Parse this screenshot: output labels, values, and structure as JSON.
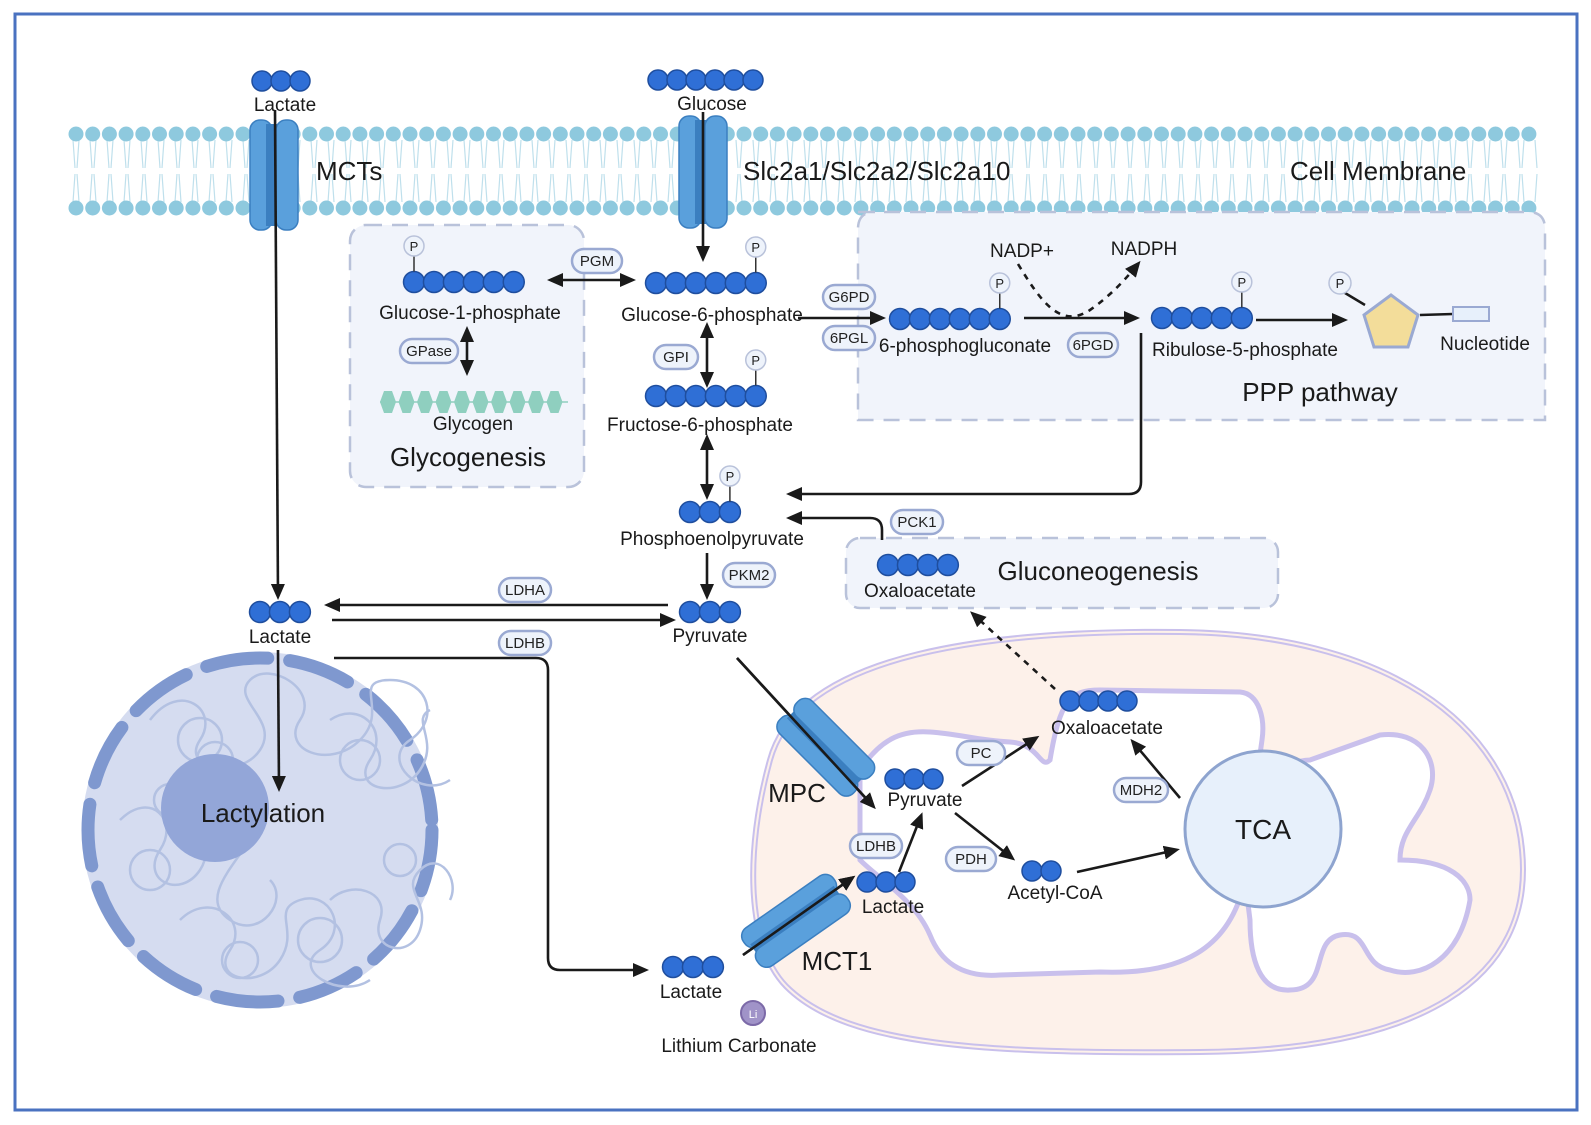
{
  "title": "Lactate metabolism and lactylation pathway diagram",
  "colors": {
    "frame": "#4a72c0",
    "molecule": "#2f6fd6",
    "molecule_stroke": "#1f4e9e",
    "membrane_head": "#8ec9de",
    "membrane_tail": "#bfe0ec",
    "transporter": "#5aa0dc",
    "transporter_dark": "#3b7fc0",
    "box_fill": "#f1f4fb",
    "box_dash": "#b9c2da",
    "enzyme_fill": "#eef3fb",
    "enzyme_stroke": "#9aa9d2",
    "mito_fill": "#fdf1ea",
    "mito_stroke": "#c9c0ec",
    "nucleus_fill": "#d5dcf0",
    "nucleus_ring": "#7f98cf",
    "nucleolus": "#93a6d8",
    "tca_fill": "#e7f0fb",
    "tca_stroke": "#8ea4cf",
    "pentagon": "#f3dd9a",
    "glycogen": "#8fcfbf"
  },
  "membrane": {
    "label": "Cell Membrane",
    "transporters": [
      {
        "label": "MCTs",
        "cargo": "Lactate"
      },
      {
        "label": "Slc2a1/Slc2a2/Slc2a10",
        "cargo": "Glucose"
      }
    ]
  },
  "metabolites": {
    "lactate_out": "Lactate",
    "glucose_out": "Glucose",
    "g1p": "Glucose-1-phosphate",
    "g6p": "Glucose-6-phosphate",
    "f6p": "Fructose-6-phosphate",
    "glycogen": "Glycogen",
    "pg6": "6-phosphogluconate",
    "r5p": "Ribulose-5-phosphate",
    "nucleotide": "Nucleotide",
    "nadp": "NADP+",
    "nadph": "NADPH",
    "pep": "Phosphoenolpyruvate",
    "pyruvate": "Pyruvate",
    "lactate_cyto": "Lactate",
    "oaa_cyto": "Oxaloacetate",
    "oaa_mito": "Oxaloacetate",
    "pyruvate_mito": "Pyruvate",
    "lactate_mito": "Lactate",
    "acetyl_coa": "Acetyl-CoA",
    "lactate_ext": "Lactate",
    "lithium": "Lithium Carbonate",
    "li_symbol": "Li",
    "phosphate": "P"
  },
  "enzymes": {
    "pgm": "PGM",
    "gpase": "GPase",
    "gpi": "GPI",
    "g6pd": "G6PD",
    "pgl6": "6PGL",
    "pgd6": "6PGD",
    "pck1": "PCK1",
    "pkm2": "PKM2",
    "ldha": "LDHA",
    "ldhb": "LDHB",
    "pc": "PC",
    "pdh": "PDH",
    "mdh2": "MDH2",
    "ldhb_mito": "LDHB"
  },
  "regions": {
    "glycogenesis": "Glycogenesis",
    "ppp": "PPP pathway",
    "gluconeogenesis": "Gluconeogenesis",
    "tca": "TCA",
    "lactylation": "Lactylation",
    "mpc": "MPC",
    "mct1": "MCT1"
  }
}
